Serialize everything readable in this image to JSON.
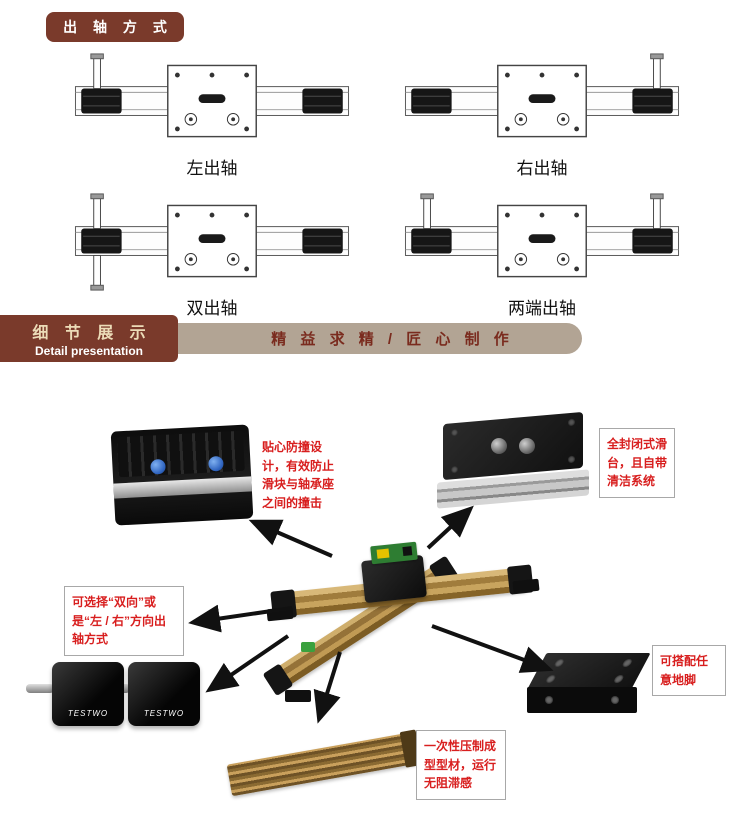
{
  "colors": {
    "maroon": "#7a3a2b",
    "tan": "#b2a494",
    "red_text": "#d81e1e",
    "cream_text": "#ecdcb8",
    "gold_rail": "#c8a45e"
  },
  "header": {
    "badge": "出 轴 方 式"
  },
  "diagrams": {
    "items": [
      {
        "label": "左出轴"
      },
      {
        "label": "右出轴"
      },
      {
        "label": "双出轴"
      },
      {
        "label": "两端出轴"
      }
    ]
  },
  "detail_banner": {
    "title_cn": "细 节 展 示",
    "title_en": "Detail presentation",
    "slogan": "精 益 求 精 / 匠 心 制 作"
  },
  "callouts": {
    "anti_collision": "贴心防撞设计，有效防止滑块与轴承座之间的撞击",
    "enclosed_slide": "全封闭式滑台，且自带清洁系统",
    "direction_choice": "可选择“双向”或是“左 / 右”方向出轴方式",
    "feet": "可搭配任意地脚",
    "profile": "一次性压制成型型材，运行无阻滞感"
  },
  "photos": {
    "brand": "TESTWO"
  }
}
